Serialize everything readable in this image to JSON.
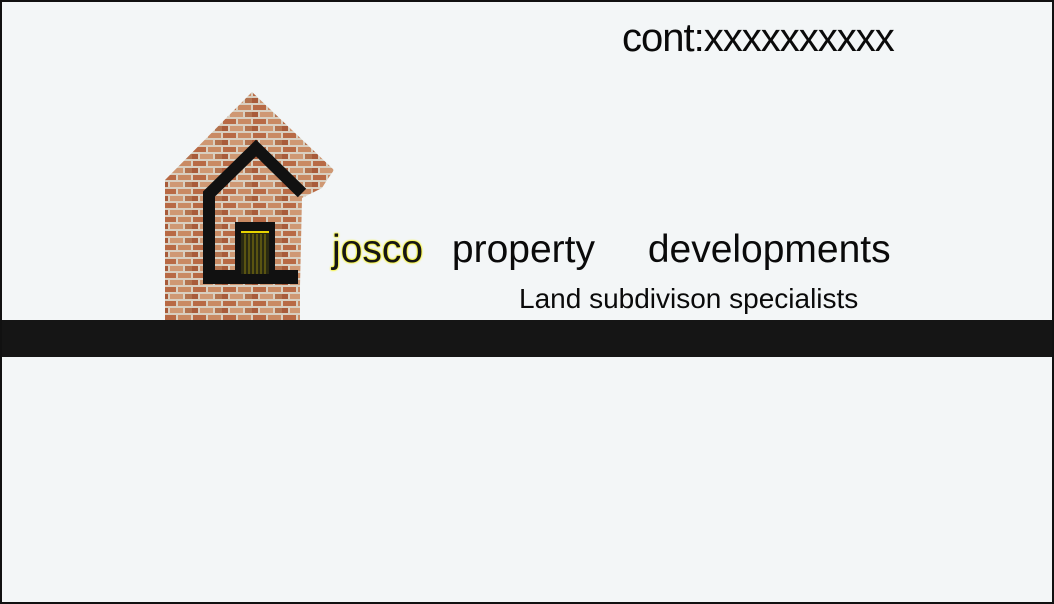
{
  "contact": {
    "text": "cont:xxxxxxxxxx"
  },
  "brand": {
    "name": "josco",
    "word1": "property",
    "word2": "developments",
    "tagline": "Land subdivison specialists"
  },
  "logo": {
    "icon": "brick-house-icon"
  },
  "colors": {
    "card_background": "#f3f6f7",
    "band": "#151515",
    "name_glow": "#f5f000",
    "brick": "#b86a45"
  }
}
